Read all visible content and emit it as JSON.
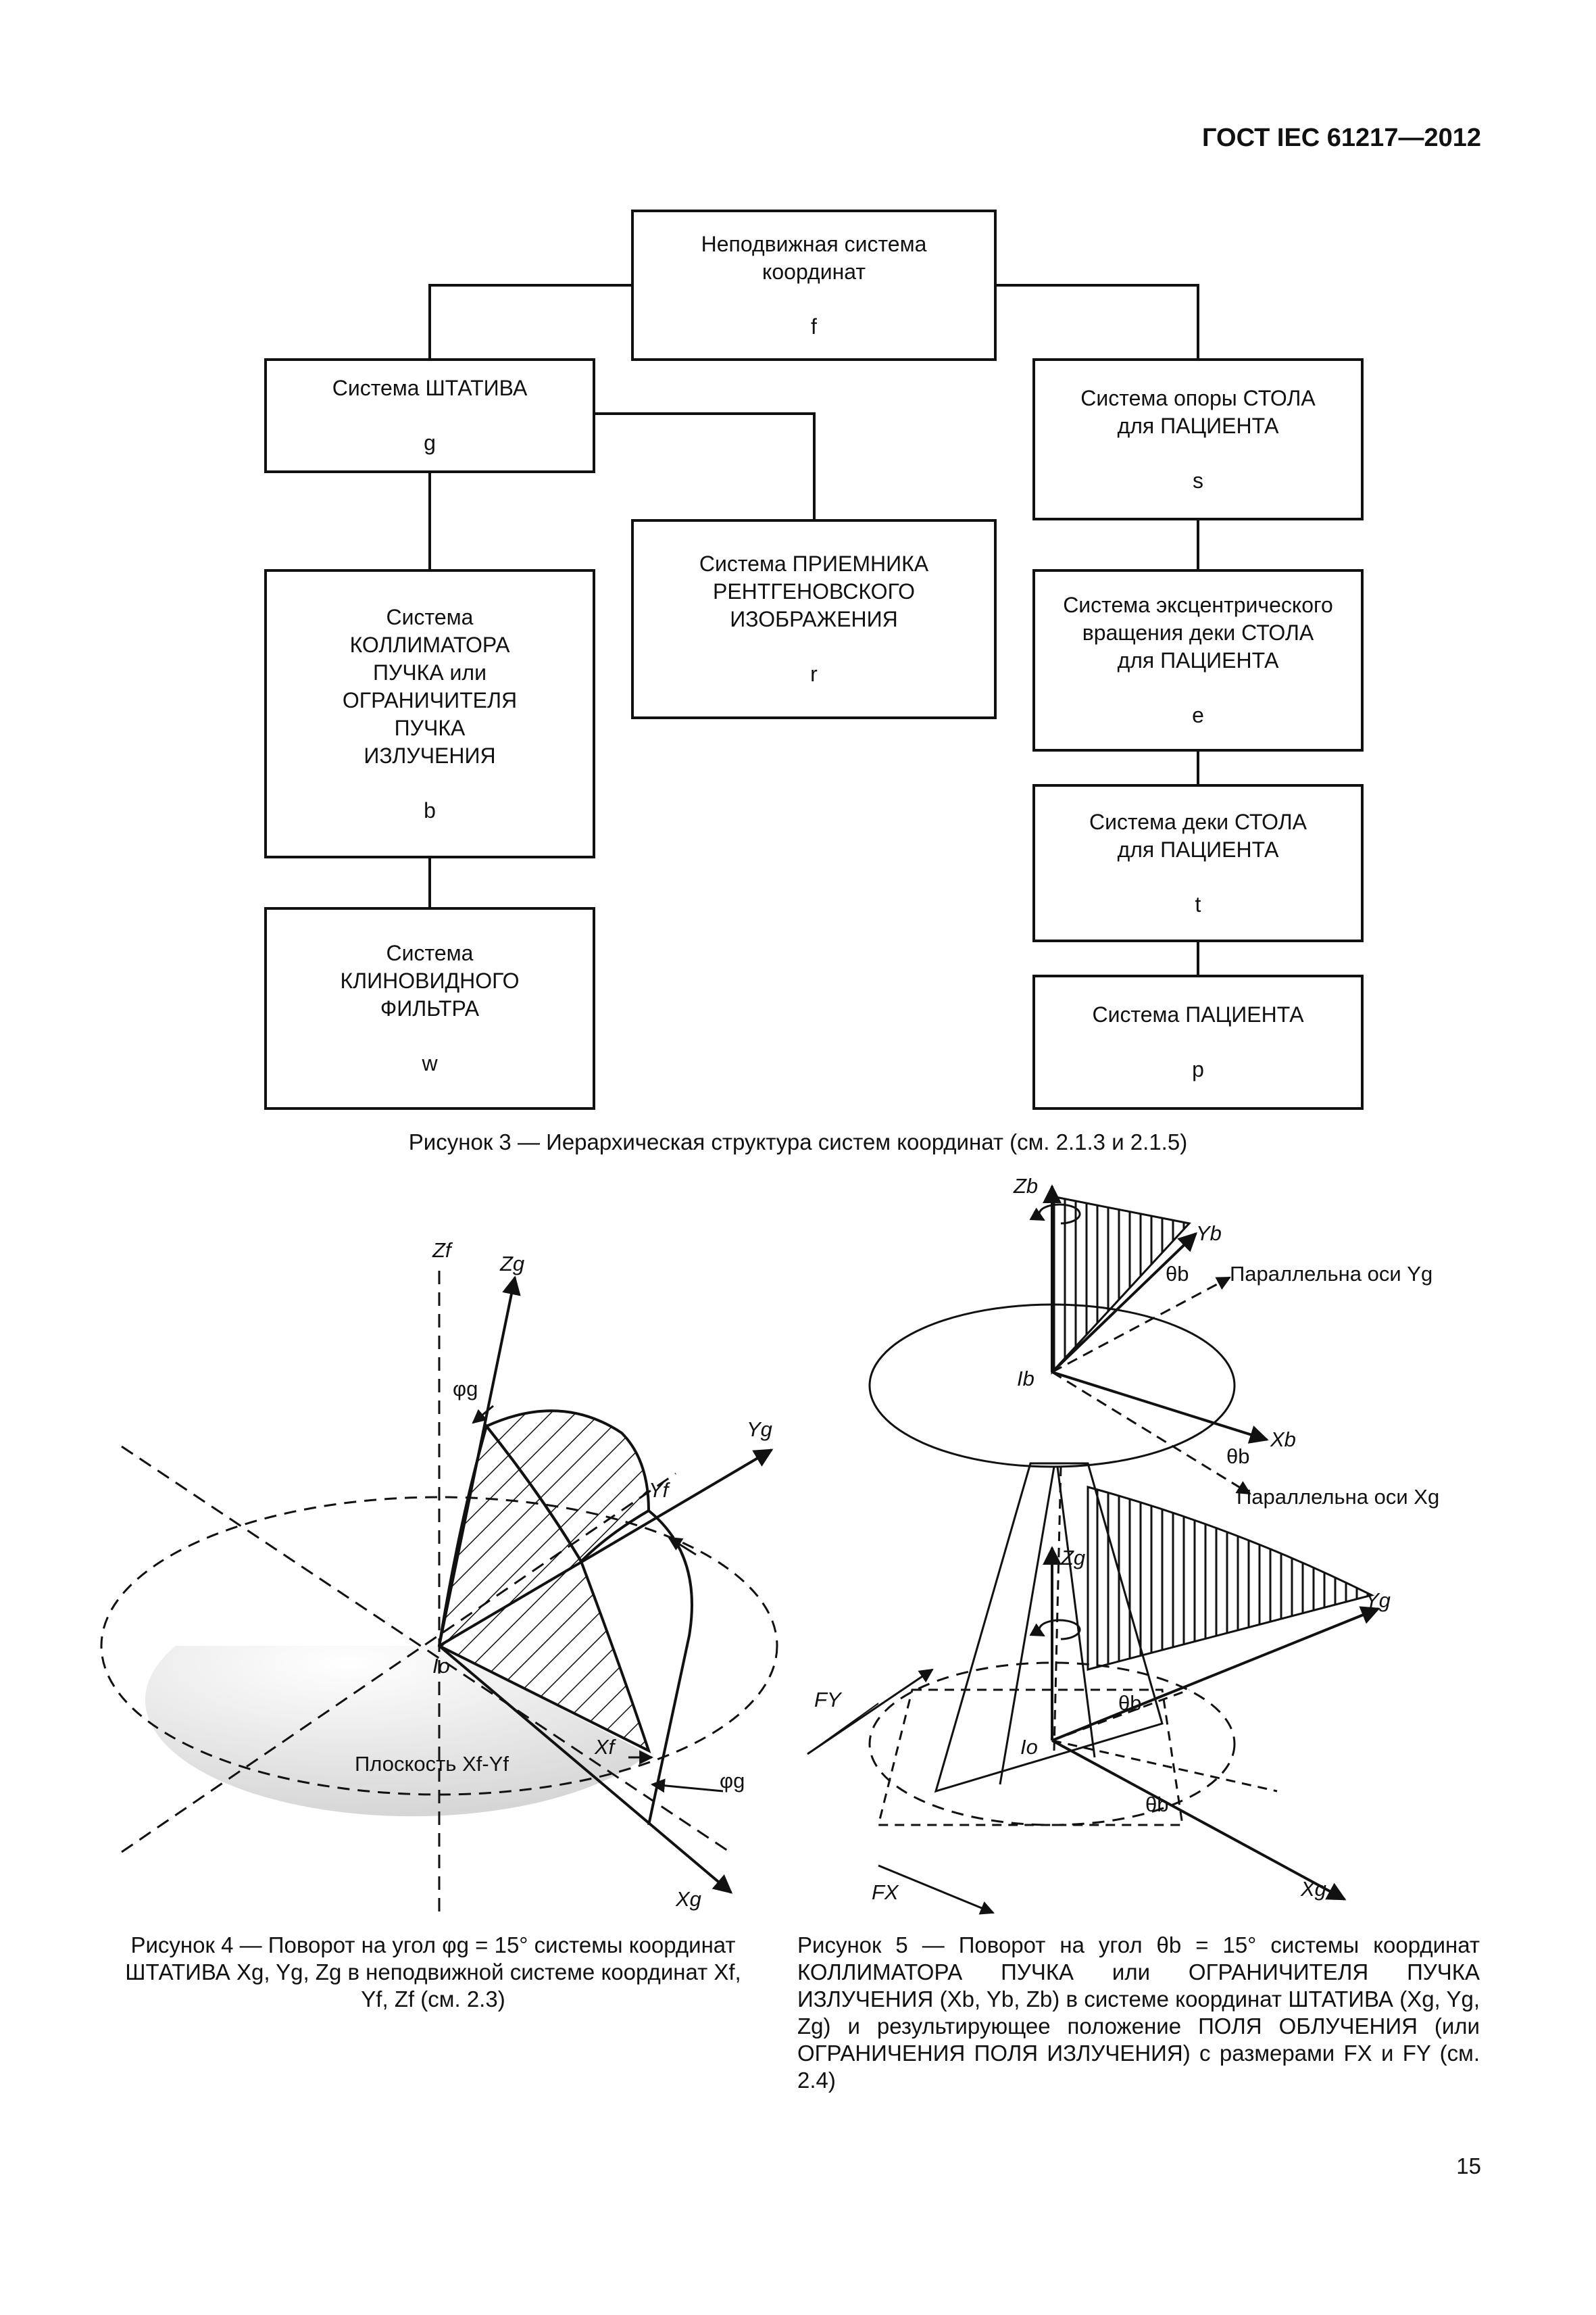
{
  "header": "ГОСТ IEC 61217—2012",
  "hierarchy": {
    "f": {
      "title": "Неподвижная система\nкоординат",
      "symbol": "f"
    },
    "g": {
      "title": "Система ШТАТИВА",
      "symbol": "g"
    },
    "s": {
      "title": "Система опоры СТОЛА\nдля ПАЦИЕНТА",
      "symbol": "s"
    },
    "r": {
      "title": "Система ПРИЕМНИКА\nРЕНТГЕНОВСКОГО\nИЗОБРАЖЕНИЯ",
      "symbol": "r"
    },
    "b": {
      "title": "Система\nКОЛЛИМАТОРА\nПУЧКА или\nОГРАНИЧИТЕЛЯ\nПУЧКА\nИЗЛУЧЕНИЯ",
      "symbol": "b"
    },
    "e": {
      "title": "Система эксцентрического\nвращения деки СТОЛА\nдля ПАЦИЕНТА",
      "symbol": "e"
    },
    "t": {
      "title": "Система деки СТОЛА\nдля ПАЦИЕНТА",
      "symbol": "t"
    },
    "w": {
      "title": "Система\nКЛИНОВИДНОГО\nФИЛЬТРА",
      "symbol": "w"
    },
    "p": {
      "title": "Система ПАЦИЕНТА",
      "symbol": "p"
    }
  },
  "fig3_caption": "Рисунок 3 — Иерархическая структура систем координат (см. 2.1.3 и 2.1.5)",
  "fig4": {
    "labels": {
      "zf": "Zf",
      "zg": "Zg",
      "yg": "Yg",
      "yf": "Yf",
      "xf": "Xf",
      "xg": "Xg",
      "io": "Io",
      "phi1": "φg",
      "phi2": "φg",
      "plane": "Плоскость Xf-Yf"
    },
    "caption": "Рисунок 4 — Поворот на угол φg = 15° системы координат ШТАТИВА Xg, Yg, Zg в неподвижной системе координат Xf, Yf, Zf (см. 2.3)"
  },
  "fig5": {
    "labels": {
      "zb": "Zb",
      "yb": "Yb",
      "theta1": "θb",
      "par_y": "Параллельна оси Yg",
      "ib": "Ib",
      "xb": "Xb",
      "theta2": "θb",
      "par_x": "Параллельна оси Xg",
      "zg": "Zg",
      "yg": "Yg",
      "fy": "FY",
      "theta3": "θb",
      "io": "Io",
      "theta4": "θb",
      "fx": "FX",
      "xg": "Xg"
    },
    "caption": "Рисунок 5 — Поворот на угол θb = 15° системы координат КОЛЛИМАТОРА ПУЧКА или ОГРАНИЧИТЕЛЯ ПУЧКА ИЗЛУЧЕНИЯ (Xb, Yb, Zb) в системе координат ШТАТИВА (Xg, Yg, Zg) и результирующее положение ПОЛЯ ОБЛУЧЕНИЯ (или ОГРАНИЧЕНИЯ ПОЛЯ ИЗЛУЧЕНИЯ) с размерами FX и FY (см. 2.4)"
  },
  "page_number": "15"
}
